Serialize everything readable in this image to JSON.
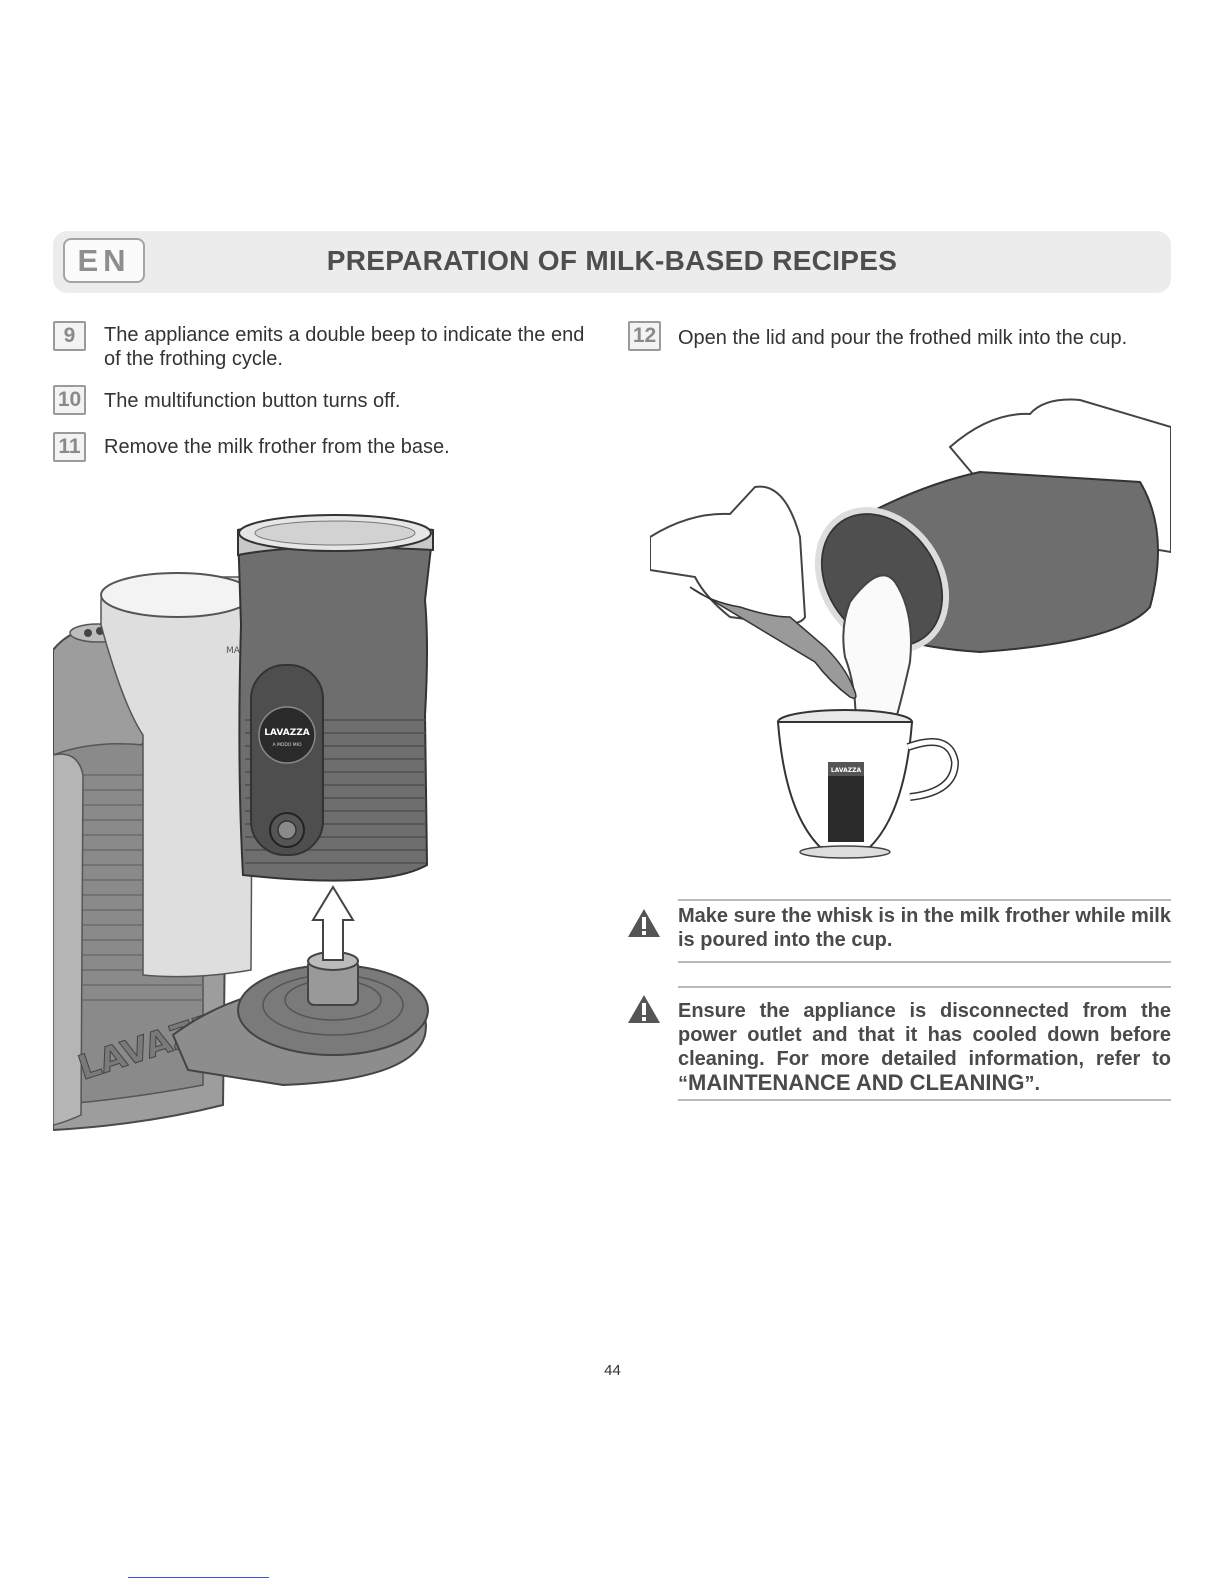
{
  "header": {
    "lang": "EN",
    "title": "PREPARATION OF MILK-BASED RECIPES"
  },
  "steps": [
    {
      "num": "9",
      "text_line1": "The appliance emits a double beep to indicate the end",
      "text_line2": "of the frothing cycle."
    },
    {
      "num": "10",
      "text": "The multifunction button turns off."
    },
    {
      "num": "11",
      "text": "Remove the milk frother from the base."
    },
    {
      "num": "12",
      "text": "Open the lid and pour the frothed milk into the cup."
    }
  ],
  "figures": {
    "left_brand": "LAVAZZA",
    "left_frother_logo": "LAVAZZA",
    "left_frother_sub": "A MODO MIO",
    "left_mark": "MAX",
    "right_cup_logo": "LAVAZZA"
  },
  "warnings": [
    {
      "icon": "warning-icon",
      "text_line1": "Make sure the whisk is in the milk frother while milk",
      "text_line2": "is poured into the cup."
    },
    {
      "icon": "warning-icon",
      "line1": "Ensure the appliance is disconnected from the",
      "line2": "power outlet and that it has cooled down before",
      "line3": "cleaning. For more detailed information, refer to",
      "open_quote": "“",
      "ref": "MAINTENANCE AND CLEANING",
      "close_quote": "”."
    }
  ],
  "page_number": "44",
  "colors": {
    "header_bg": "#ececec",
    "frother_body": "#6e6e6e",
    "machine_body": "#9d9d9d"
  }
}
